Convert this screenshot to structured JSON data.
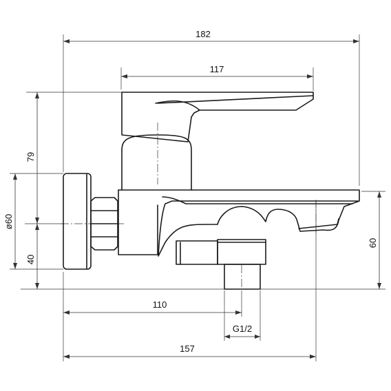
{
  "dimensions": {
    "overall_length": "182",
    "lever_length": "117",
    "height_to_lever": "79",
    "flange_diameter": "ø60",
    "lower_height": "40",
    "spout_height": "60",
    "outlet_offset": "110",
    "thread": "G1/2",
    "spout_length": "157"
  }
}
